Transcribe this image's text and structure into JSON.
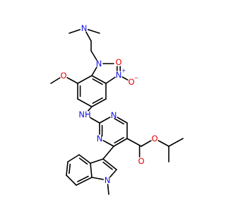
{
  "colors": {
    "background": "#ffffff",
    "carbon_bond": "#000000",
    "nitrogen": "#1010e6",
    "oxygen": "#e60000"
  },
  "atoms": [
    {
      "id": "n_nme2",
      "text": "N",
      "element": "N"
    },
    {
      "id": "n_nme",
      "text": "N",
      "element": "N"
    },
    {
      "id": "n_nitro",
      "text": "N",
      "element": "N",
      "charge": "+"
    },
    {
      "id": "o_nitro_1",
      "text": "O",
      "element": "O"
    },
    {
      "id": "o_nitro_2",
      "text": "O",
      "element": "O",
      "charge": "−"
    },
    {
      "id": "o_methoxy",
      "text": "O",
      "element": "O"
    },
    {
      "id": "n_amine",
      "text": "NH",
      "element": "N"
    },
    {
      "id": "n_pyr_1",
      "text": "N",
      "element": "N"
    },
    {
      "id": "n_pyr_2",
      "text": "N",
      "element": "N"
    },
    {
      "id": "o_carbonyl",
      "text": "O",
      "element": "O"
    },
    {
      "id": "o_ester",
      "text": "O",
      "element": "O"
    },
    {
      "id": "n_indole",
      "text": "N",
      "element": "N"
    }
  ]
}
